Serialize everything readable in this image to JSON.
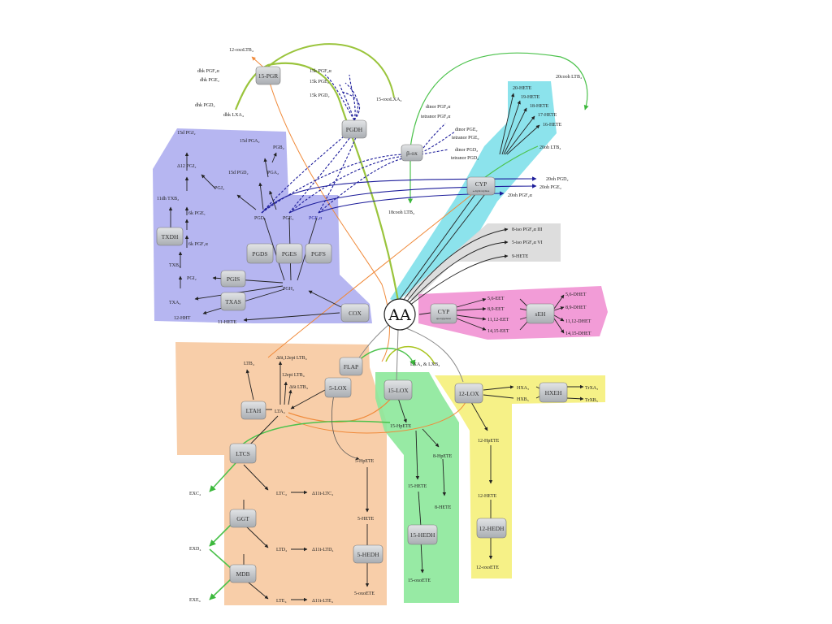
{
  "center": {
    "label": "AA"
  },
  "enzymes": {
    "pgr15": "15-PGR",
    "pgdh": "PGDH",
    "box": "β-ox",
    "cyp_hyd": "CYP",
    "cyp_hyd_sub": "ω-hydroxylase",
    "txdh": "TXDH",
    "pgds": "PGDS",
    "pges": "PGES",
    "pgfs": "PGFS",
    "pgis": "PGIS",
    "txas": "TXAS",
    "cox": "COX",
    "cyp_ep": "CYP",
    "cyp_ep_sub": "epoxygenase",
    "seh": "sEH",
    "flap": "FLAP",
    "lox5": "5-LOX",
    "ltah": "LTAH",
    "ltcs": "LTCS",
    "ggt": "GGT",
    "mdb": "MDB",
    "hedh5": "5-HEDH",
    "lox15": "15-LOX",
    "hedh15": "15-HEDH",
    "lox12": "12-LOX",
    "hxeh": "HXEH",
    "hedh12": "12-HEDH"
  },
  "metabolites": {
    "oxo_ltb4": "12-oxoLTB₄",
    "dhk_pgf2a": "dhk PGF₂α",
    "dhk_pge2": "dhk PGE₂",
    "dhk_pgd2": "dhk PGD₂",
    "dhk_lxa4": "dhk LXA₄",
    "k15_pgf2a": "15k PGF₂α",
    "k15_pge2": "15k PGE₂",
    "k15_pgd2": "15k PGD₂",
    "oxo15_lxa4": "15-oxoLXA₄",
    "dinor_pgf2a": "dinor PGF₂α",
    "tetranor_pgf2a": "tetranor PGF₂α",
    "dinor_pge2": "dinor PGE₂",
    "tetranor_pge2": "tetranor PGE₂",
    "dinor_pgd2": "dinor PGD₂",
    "tetranor_pgd2": "tetranor PGD₂",
    "cooh18_ltb4": "18cooh LTB₄",
    "cooh20_ltb4": "20cooh LTB₄",
    "hete20": "20-HETE",
    "hete19": "19-HETE",
    "hete18": "18-HETE",
    "hete17": "17-HETE",
    "hete16": "16-HETE",
    "oh20_ltb4": "20oh LTB₄",
    "oh20_pgd2": "20oh PGD₂",
    "oh20_pge2": "20oh PGE₂",
    "oh20_pgf2a": "20oh PGF₂α",
    "iso8_pgf2a": "8-iso PGF₂α III",
    "iso5_pgf2a": "5-iso PGF₂α VI",
    "hete9": "9-HETE",
    "d15_pgj2": "15d PGJ₂",
    "d12_pgj2": "Δ12 PGJ₂",
    "pgj2": "PGJ₂",
    "dh11_txb2": "11dh TXB₂",
    "txb2": "TXB₂",
    "txa2": "TXA₂",
    "hht12": "12-HHT",
    "k6_pge1": "6k PGE₁",
    "k6_pgf1a": "6k PGF₁α",
    "pgi2": "PGI₂",
    "d15_pga2": "15d PGA₂",
    "pgb2": "PGB₂",
    "d15_pgd2": "15d PGD₂",
    "pga2": "PGA₂",
    "pgd2": "PGD₂",
    "pge2": "PGE₂",
    "pgf2a": "PGF₂α",
    "pgh2": "PGH₂",
    "hete11": "11-HETE",
    "eet56": "5,6-EET",
    "eet89": "8,9-EET",
    "eet1112": "11,12-EET",
    "eet1415": "14,15-EET",
    "dhet56": "5,6-DHET",
    "dhet89": "8,9-DHET",
    "dhet1112": "11,12-DHET",
    "dhet1415": "14,15-DHET",
    "ltb4": "LTB₄",
    "d6_ltb4": "Δ6t,12epi LTB₄",
    "epi12_ltb4": "12epi LTB₄",
    "d6t_ltb4": "Δ6t LTB₄",
    "lta4": "LTA₄",
    "hpete5": "5-HpETE",
    "hete5": "5-HETE",
    "oxoete5": "5-oxoETE",
    "exc4": "EXC₄",
    "exd4": "EXD₄",
    "exe4": "EXE₄",
    "ltc4": "LTC₄",
    "ltd4": "LTD₄",
    "lte4": "LTE₄",
    "t11_ltc4": "Δ11t-LTC₄",
    "t11_ltd4": "Δ11t-LTD₄",
    "t11_lte4": "Δ11t-LTE₄",
    "lxa4_lxb4": "LXA₄ & LXB₄",
    "hpete15": "15-HpETE",
    "hpete8": "8-HpETE",
    "hete15": "15-HETE",
    "hete8": "8-HETE",
    "oxoete15": "15-oxoETE",
    "hxa3": "HXA₃",
    "hxb3": "HXB₃",
    "trxa3": "TrXA₃",
    "trxb3": "TrXB₃",
    "hpete12": "12-HpETE",
    "hete12": "12-HETE",
    "oxoete12": "12-oxoETE"
  },
  "colors": {
    "cox_region": "#a9a9ee",
    "cyp_hydroxylase_region": "#7fe0ea",
    "cyp_epoxygenase_region": "#f08bd0",
    "nonenzymatic_region": "#d9d9d9",
    "lox5_region": "#f7c9a0",
    "lox15_region": "#8ce89a",
    "lox12_region": "#f5f07a",
    "cox_arrows": "#1c1c9a",
    "green_arrows": "#4cc24c",
    "orange_arrows": "#f08a3a",
    "yellowgreen_arrows": "#a9c41e",
    "gray_arrows": "#888888"
  }
}
